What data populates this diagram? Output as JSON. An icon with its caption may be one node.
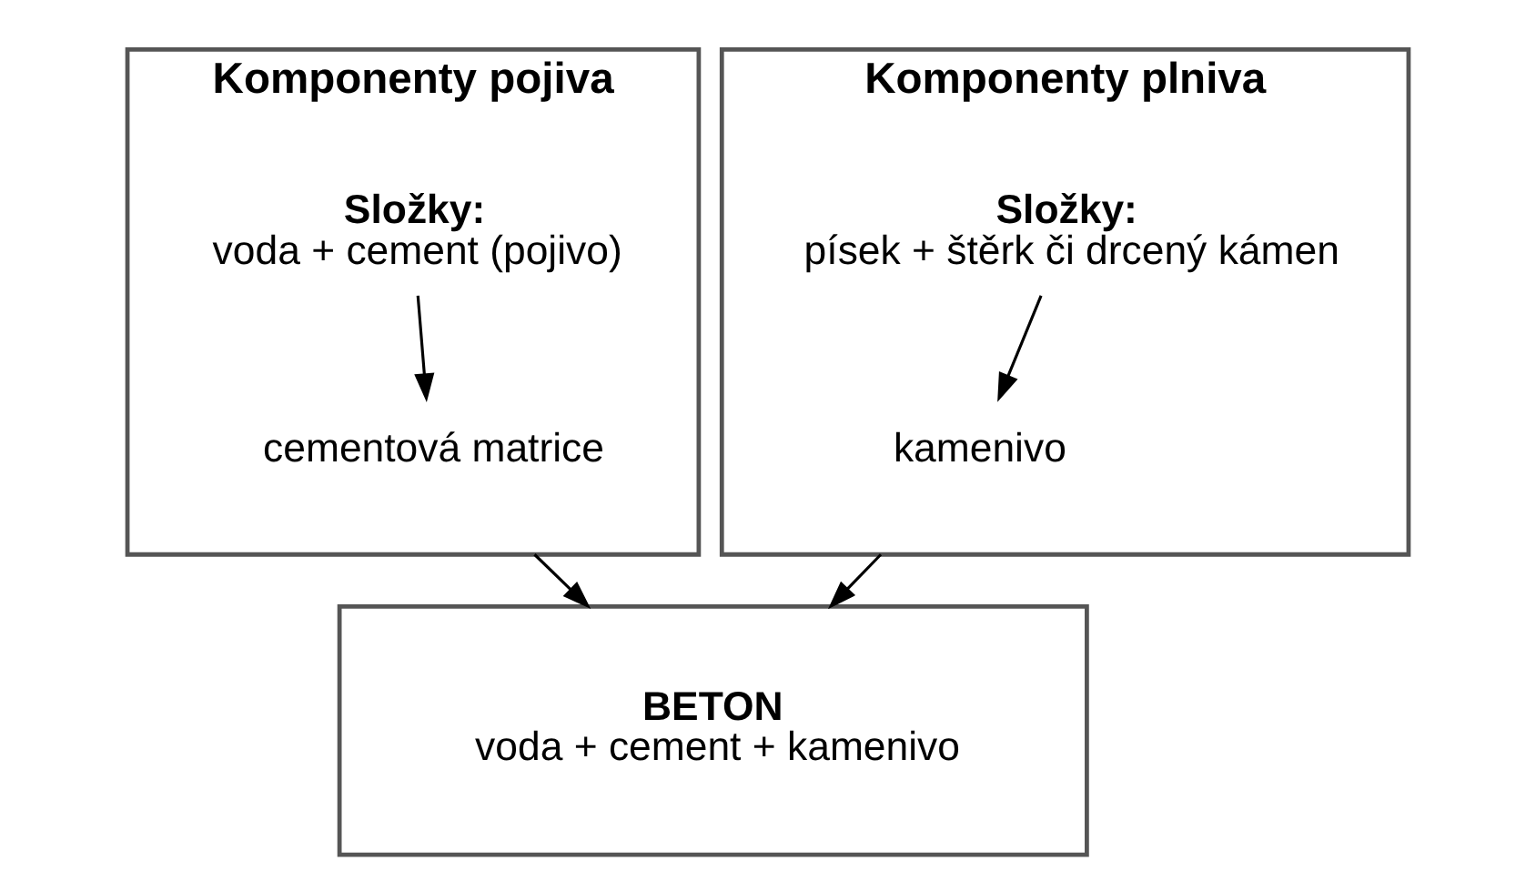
{
  "diagram": {
    "nodes": [
      {
        "text": [
          "Komponenty pojiva"
        ]
      },
      {
        "text": [
          "Složky:",
          "voda + cement (pojivo)"
        ],
        "in": 0
      },
      {
        "text": [
          "cementová matrice"
        ],
        "in": 0
      },
      {
        "text": [
          "Komponenty plniva"
        ]
      },
      {
        "text": [
          "Složky:",
          "písek + štěrk či drcený kámen"
        ],
        "in": 3
      },
      {
        "text": [
          "kamenivo"
        ],
        "in": 3
      },
      {
        "text": [
          "BETON",
          "voda + cement + kamenivo"
        ]
      }
    ],
    "edges": [
      {
        "from": 1,
        "to": 2,
        "arrow": "to"
      },
      {
        "from": 4,
        "to": 5,
        "arrow": "to"
      },
      {
        "from": 0,
        "to": 6,
        "arrow": "to"
      },
      {
        "from": 3,
        "to": 6,
        "arrow": "to"
      }
    ]
  }
}
